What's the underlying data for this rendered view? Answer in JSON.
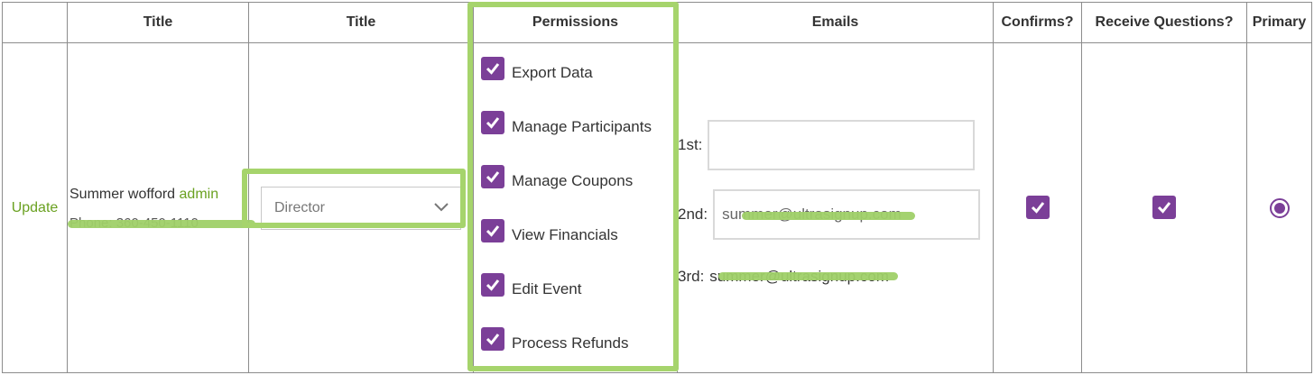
{
  "headers": {
    "col1": "",
    "col2": "Title",
    "col3": "Title",
    "col4": "Permissions",
    "col5": "Emails",
    "col6": "Confirms?",
    "col7": "Receive Questions?",
    "col8": "Primary"
  },
  "row": {
    "update_label": "Update",
    "name": "Summer wofford",
    "role_link": "admin",
    "phone": "Phone: 360-450-1110",
    "title_select": {
      "selected": "Director"
    },
    "permissions": [
      {
        "label": "Export Data",
        "checked": true
      },
      {
        "label": "Manage Participants",
        "checked": true
      },
      {
        "label": "Manage Coupons",
        "checked": true
      },
      {
        "label": "View Financials",
        "checked": true
      },
      {
        "label": "Edit Event",
        "checked": true
      },
      {
        "label": "Process Refunds",
        "checked": true
      }
    ],
    "emails": {
      "first_label": "1st:",
      "first_value": "",
      "second_label": "2nd:",
      "second_value": "summer@ultrasignup.com",
      "third_label": "3rd:",
      "third_value": "summer@ultrasignup.com"
    },
    "confirms": true,
    "receive_questions": true,
    "primary": true
  },
  "colors": {
    "accent_purple": "#7b3f98",
    "link_green": "#6aa121",
    "highlight_green": "#a6d46c",
    "redaction_green": "#9fd068"
  }
}
